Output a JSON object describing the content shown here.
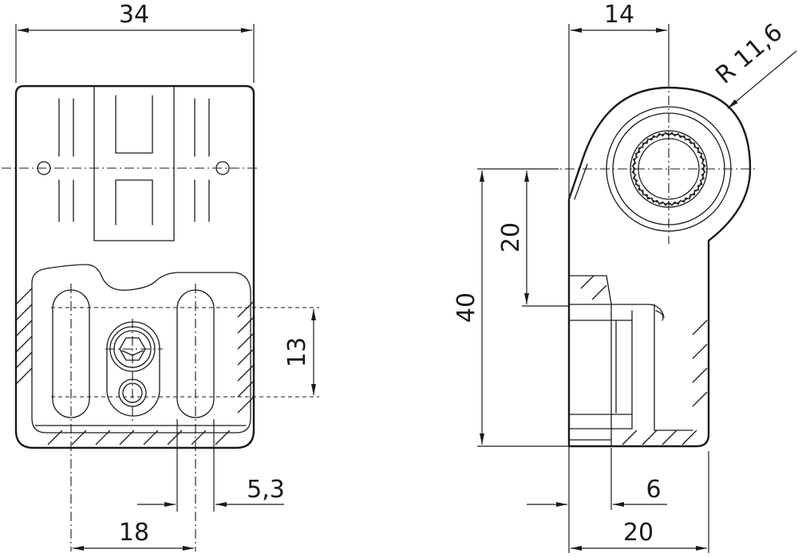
{
  "drawing": {
    "front_view": {
      "dims": {
        "width": "34",
        "slot_pitch": "18",
        "slot_width": "5,3",
        "hole_pitch": "13"
      }
    },
    "side_view": {
      "dims": {
        "depth": "14",
        "radius": "R 11,6",
        "height_total": "40",
        "height_axis": "20",
        "base_depth": "20",
        "step": "6"
      }
    }
  }
}
